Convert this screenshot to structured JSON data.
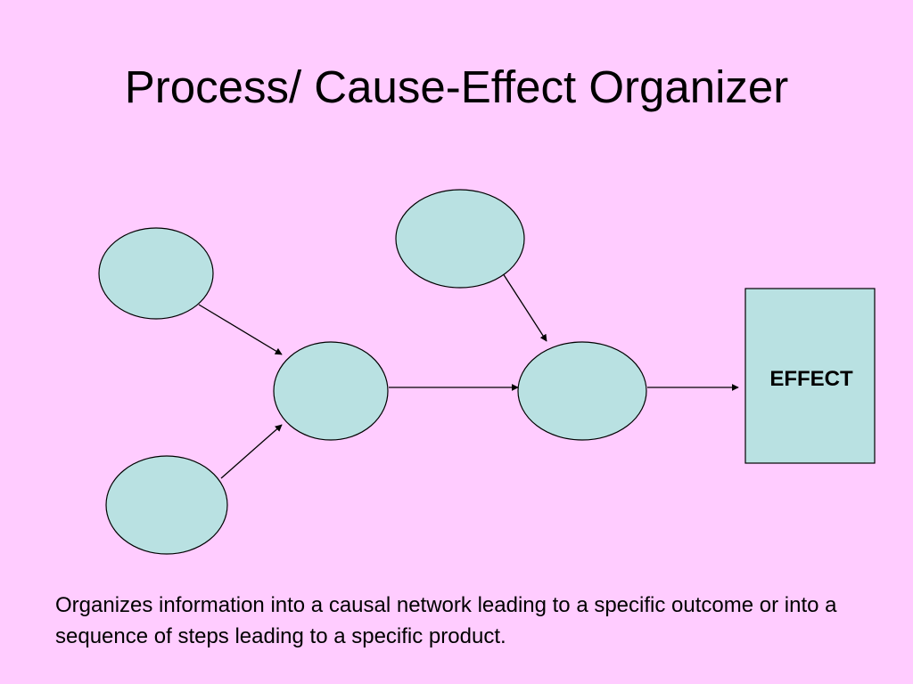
{
  "slide": {
    "title": "Process/ Cause-Effect Organizer",
    "caption": "Organizes information into a causal network leading to a specific outcome or into a sequence of steps leading to a specific product."
  },
  "diagram": {
    "effect_label": "EFFECT",
    "node_fill": "#b9e1e2",
    "stroke_color": "#000000",
    "background": "#ffccff"
  }
}
